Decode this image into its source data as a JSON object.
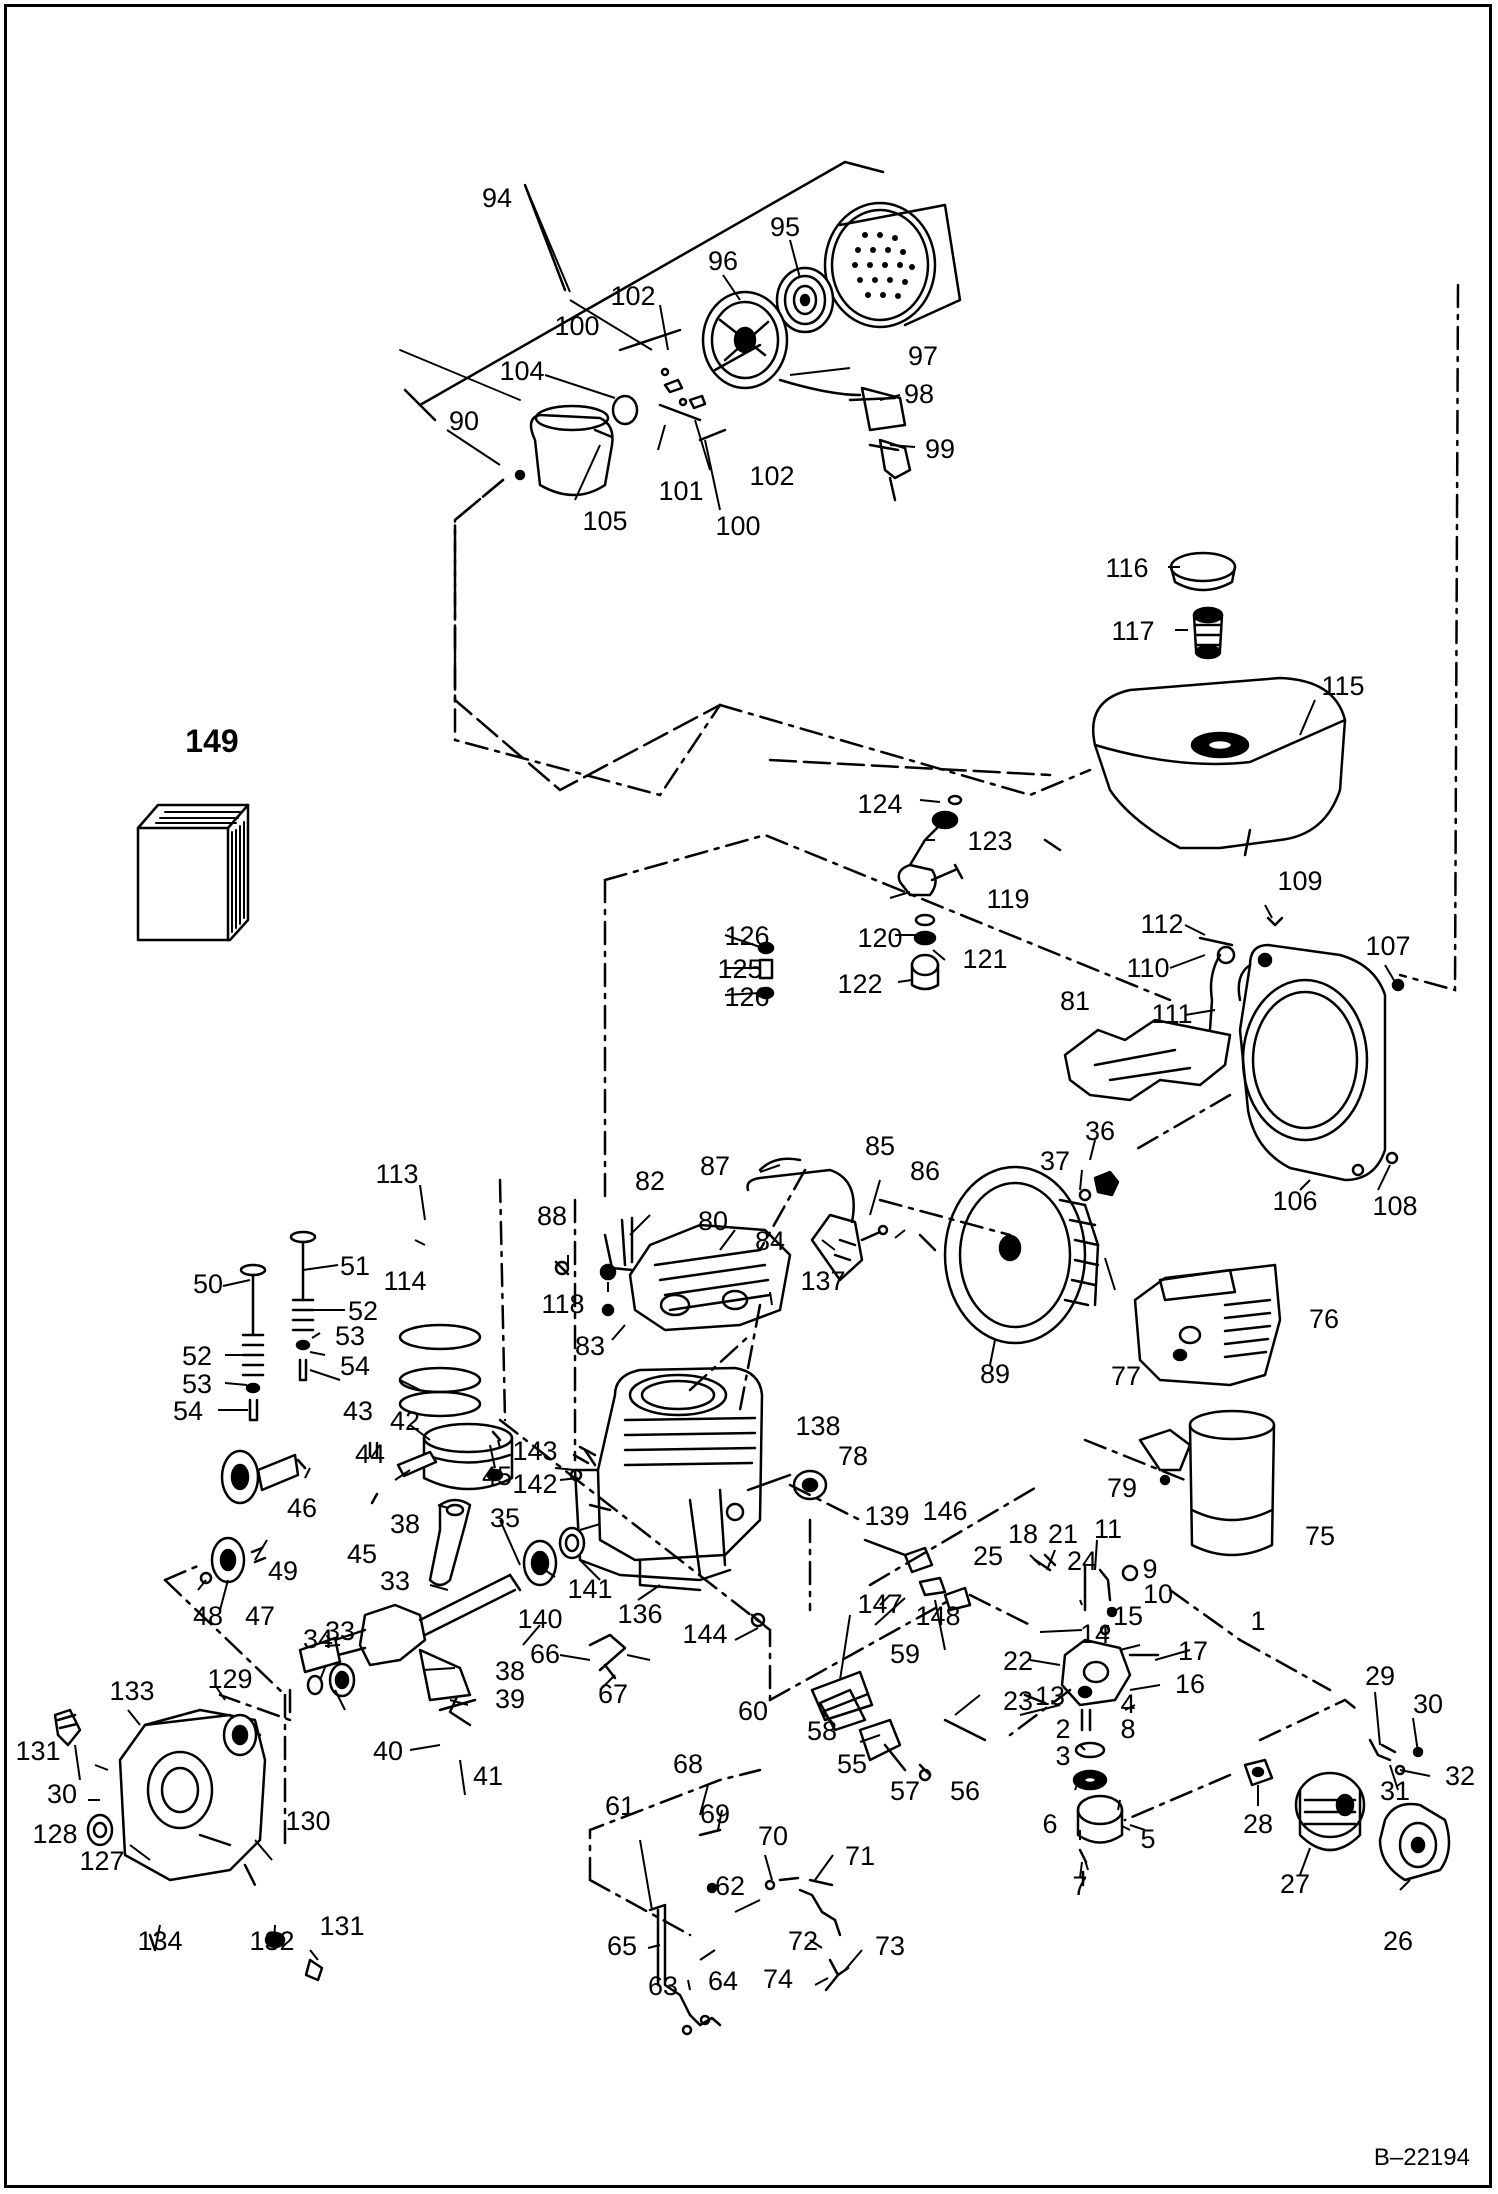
{
  "diagram": {
    "drawing_ref": "B–22194",
    "callouts": [
      "1",
      "2",
      "3",
      "4",
      "5",
      "6",
      "7",
      "8",
      "9",
      "10",
      "11",
      "13",
      "14",
      "15",
      "16",
      "17",
      "18",
      "21",
      "22",
      "23",
      "24",
      "25",
      "26",
      "27",
      "28",
      "29",
      "30",
      "31",
      "32",
      "33",
      "34",
      "35",
      "36",
      "37",
      "38",
      "39",
      "40",
      "41",
      "42",
      "43",
      "44",
      "45",
      "46",
      "47",
      "48",
      "49",
      "50",
      "51",
      "52",
      "53",
      "54",
      "55",
      "56",
      "57",
      "58",
      "59",
      "60",
      "61",
      "62",
      "63",
      "64",
      "65",
      "66",
      "67",
      "68",
      "69",
      "70",
      "71",
      "72",
      "73",
      "74",
      "75",
      "76",
      "77",
      "78",
      "79",
      "80",
      "81",
      "82",
      "83",
      "84",
      "85",
      "86",
      "87",
      "88",
      "89",
      "90",
      "94",
      "95",
      "96",
      "97",
      "98",
      "99",
      "100",
      "101",
      "102",
      "104",
      "105",
      "106",
      "107",
      "108",
      "109",
      "110",
      "111",
      "112",
      "113",
      "114",
      "115",
      "116",
      "117",
      "118",
      "119",
      "120",
      "121",
      "122",
      "123",
      "124",
      "125",
      "126",
      "127",
      "128",
      "129",
      "130",
      "131",
      "132",
      "133",
      "134",
      "136",
      "137",
      "138",
      "139",
      "140",
      "141",
      "142",
      "143",
      "144",
      "146",
      "147",
      "148",
      "149"
    ]
  }
}
